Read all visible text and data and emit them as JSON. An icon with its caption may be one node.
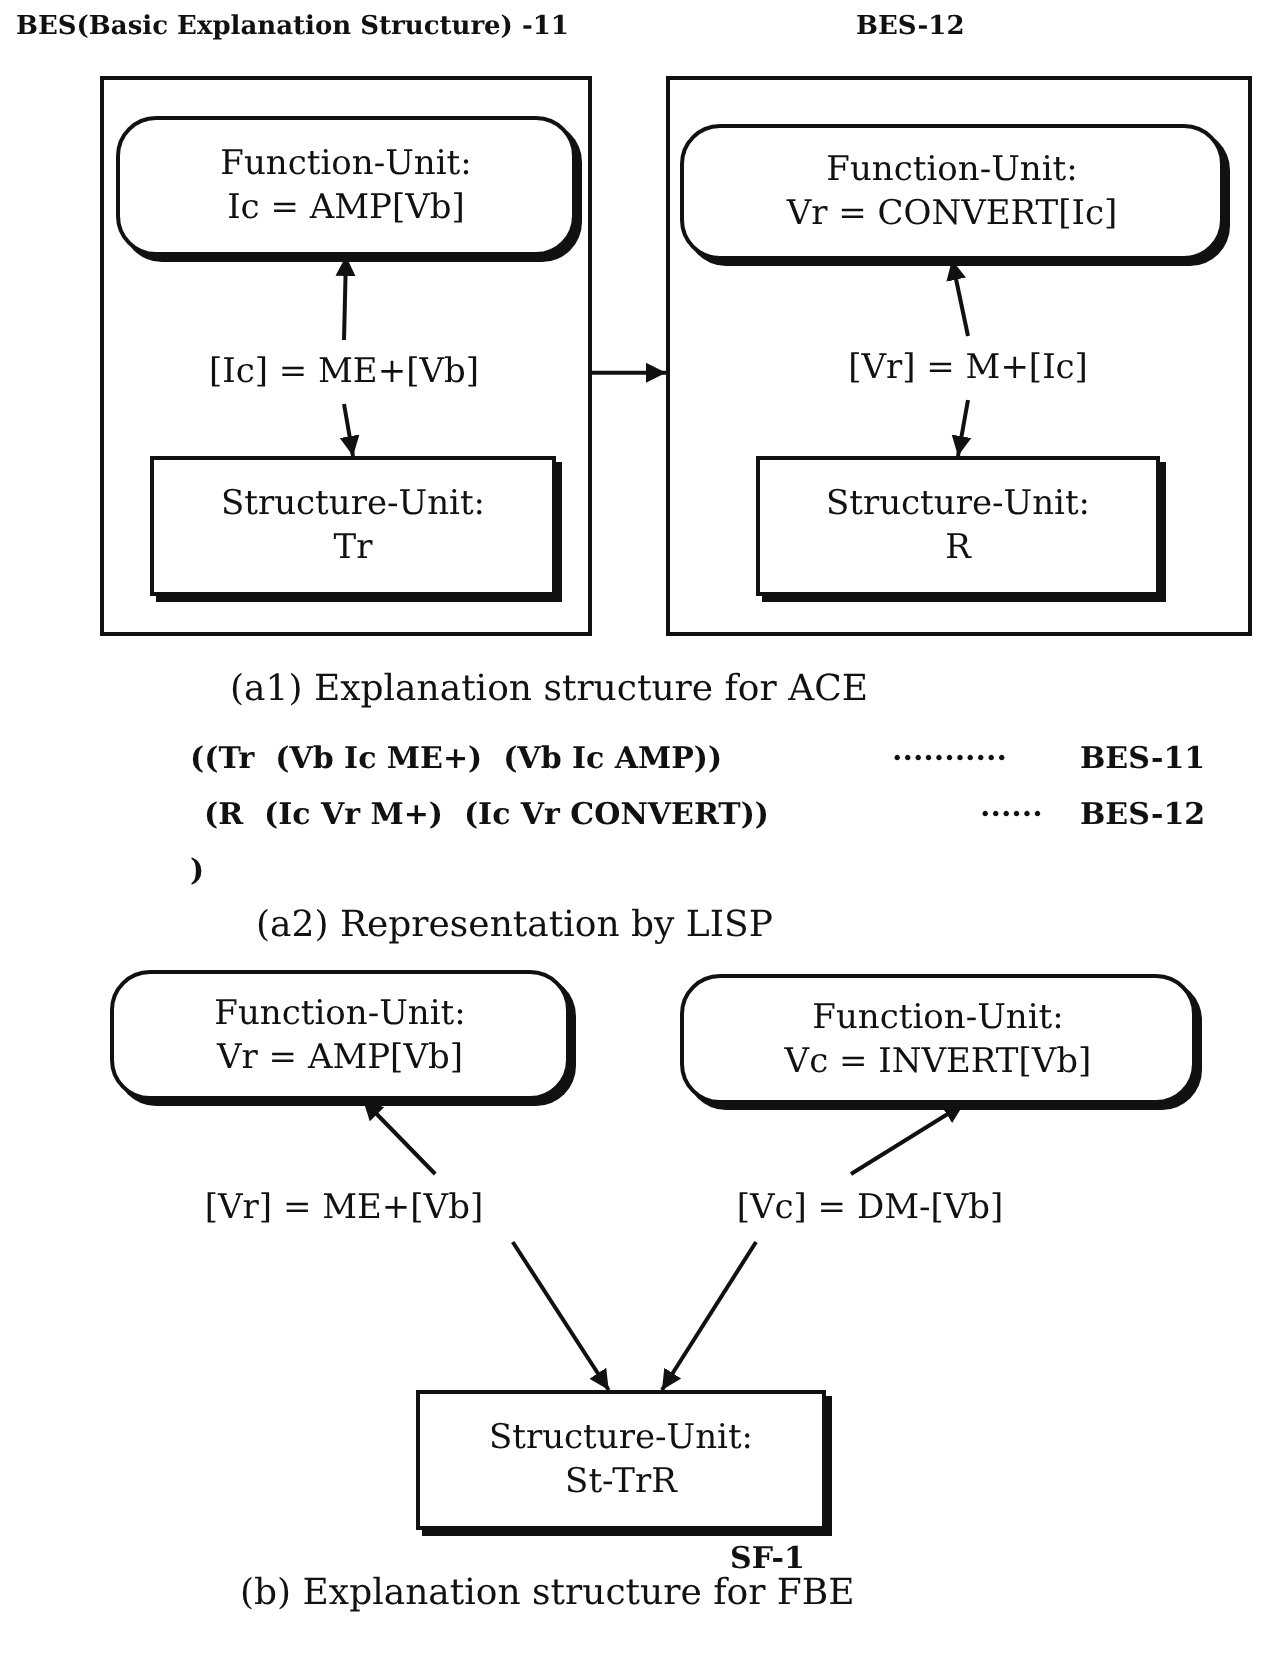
{
  "diagram": {
    "nodes": [
      {
        "text": [
          "BES(Basic Explanation Structure) -11"
        ]
      },
      {
        "text": [
          "Function-Unit:",
          "Ic = AMP[Vb]"
        ],
        "in": 0
      },
      {
        "text": [
          "[Ic] = ME+[Vb]"
        ],
        "in": 0
      },
      {
        "text": [
          "Structure-Unit:",
          "Tr"
        ],
        "in": 0
      },
      {
        "text": [
          "BES-12"
        ]
      },
      {
        "text": [
          "Function-Unit:",
          "Vr = CONVERT[Ic]"
        ],
        "in": 4
      },
      {
        "text": [
          "[Vr] = M+[Ic]"
        ],
        "in": 4
      },
      {
        "text": [
          "Structure-Unit:",
          "R"
        ],
        "in": 4
      },
      {
        "text": [
          "Function-Unit:",
          "Vr = AMP[Vb]"
        ]
      },
      {
        "text": [
          "Function-Unit:",
          "Vc =  INVERT[Vb]"
        ]
      },
      {
        "text": [
          "[Vr] = ME+[Vb]"
        ]
      },
      {
        "text": [
          "[Vc] = DM-[Vb]"
        ]
      },
      {
        "text": [
          "Structure-Unit:",
          "St-TrR"
        ],
        "beside": [
          "SF-1"
        ]
      }
    ],
    "edges": [
      {
        "from": 2,
        "to": 1,
        "arrow": "to"
      },
      {
        "from": 2,
        "to": 3,
        "arrow": "to"
      },
      {
        "from": 0,
        "to": 4,
        "arrow": "to"
      },
      {
        "from": 6,
        "to": 5,
        "arrow": "to"
      },
      {
        "from": 6,
        "to": 7,
        "arrow": "to"
      },
      {
        "from": 10,
        "to": 8,
        "arrow": "to"
      },
      {
        "from": 10,
        "to": 12,
        "arrow": "to"
      },
      {
        "from": 11,
        "to": 9,
        "arrow": "to"
      },
      {
        "from": 11,
        "to": 12,
        "arrow": "to"
      }
    ],
    "labels": [
      "(a1) Explanation structure for ACE",
      "((Tr  (Vb Ic ME+)  (Vb Ic AMP))",
      "···········",
      "BES-11",
      "(R  (Ic Vr M+)  (Ic Vr CONVERT))",
      "······",
      "BES-12",
      ")",
      "(a2) Representation by LISP",
      "(b) Explanation structure for FBE"
    ]
  }
}
